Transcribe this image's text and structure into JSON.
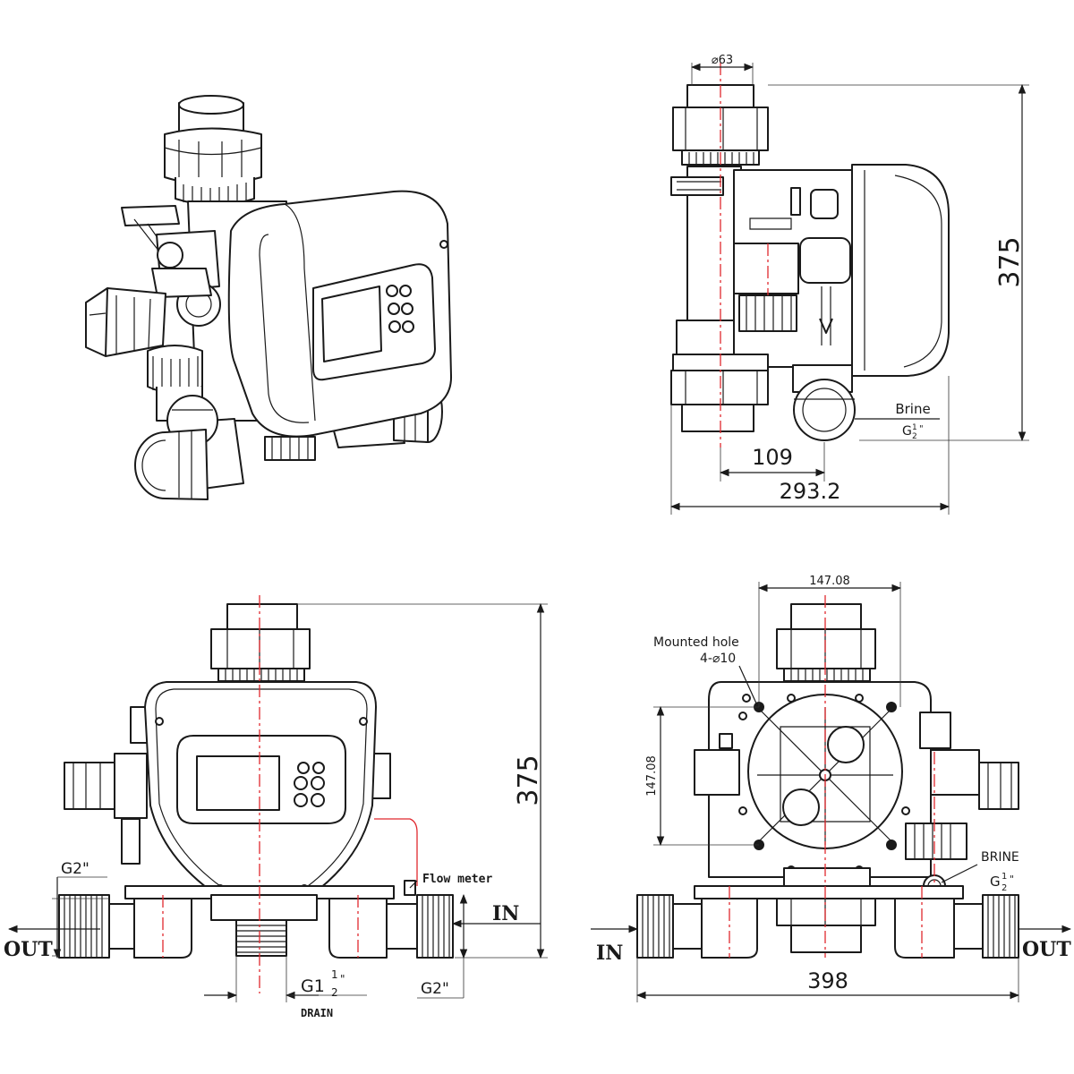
{
  "colors": {
    "line": "#1a1a1a",
    "centerline": "#e0282e",
    "background": "#ffffff"
  },
  "side_view": {
    "dim_pipe": "⌀63",
    "dim_height": "375",
    "dim_brine_offset": "109",
    "dim_depth": "293.2",
    "brine_label": "Brine",
    "brine_thread": "G",
    "brine_thread_num": "1",
    "brine_thread_den": "2",
    "brine_thread_mark": "\""
  },
  "front_view": {
    "dim_height": "375",
    "inlet_thread": "G2\"",
    "flow_meter_label": "Flow meter",
    "in_label": "IN",
    "out_label": "OUT",
    "drain_thread_prefix": "G1",
    "drain_thread_num": "1",
    "drain_thread_den": "2",
    "drain_thread_mark": "\"",
    "outlet_thread": "G2\"",
    "drain_label": "DRAIN"
  },
  "back_view": {
    "dim_hole_spacing_x": "147.08",
    "dim_hole_spacing_y": "147.08",
    "mounted_hole_label": "Mounted hole",
    "mounted_hole_spec": "4-⌀10",
    "brine_label": "BRINE",
    "brine_thread": "G",
    "brine_thread_num": "1",
    "brine_thread_den": "2",
    "brine_thread_mark": "\"",
    "in_label": "IN",
    "out_label": "OUT",
    "dim_width": "398"
  }
}
